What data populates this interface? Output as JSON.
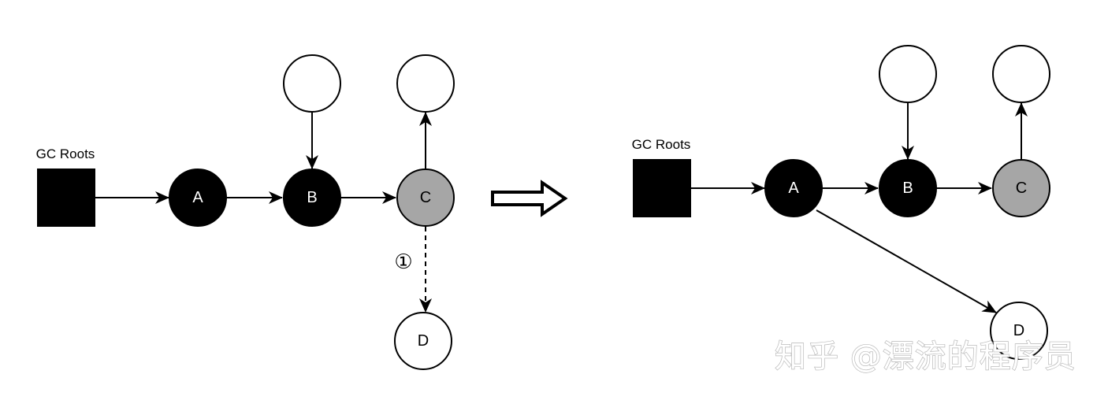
{
  "before": {
    "root_label": "GC Roots",
    "nodes": {
      "A": {
        "label": "A",
        "fill": "#000000",
        "text_color": "#ffffff"
      },
      "B": {
        "label": "B",
        "fill": "#000000",
        "text_color": "#ffffff"
      },
      "C": {
        "label": "C",
        "fill": "#a6a6a6",
        "text_color": "#000000"
      },
      "D": {
        "label": "D",
        "fill": "#ffffff",
        "text_color": "#000000"
      },
      "B_parent": {
        "label": "",
        "fill": "#ffffff",
        "text_color": "#000000"
      },
      "C_child": {
        "label": "",
        "fill": "#ffffff",
        "text_color": "#000000"
      }
    },
    "edges": [
      {
        "from": "GC Roots",
        "to": "A",
        "style": "solid"
      },
      {
        "from": "A",
        "to": "B",
        "style": "solid"
      },
      {
        "from": "B",
        "to": "C",
        "style": "solid"
      },
      {
        "from": "B_parent",
        "to": "B",
        "style": "solid"
      },
      {
        "from": "C",
        "to": "C_child",
        "style": "solid"
      },
      {
        "from": "C",
        "to": "D",
        "style": "dashed",
        "label": "①"
      }
    ]
  },
  "after": {
    "root_label": "GC Roots",
    "nodes": {
      "A": {
        "label": "A",
        "fill": "#000000",
        "text_color": "#ffffff"
      },
      "B": {
        "label": "B",
        "fill": "#000000",
        "text_color": "#ffffff"
      },
      "C": {
        "label": "C",
        "fill": "#a6a6a6",
        "text_color": "#000000"
      },
      "D": {
        "label": "D",
        "fill": "#ffffff",
        "text_color": "#000000"
      },
      "B_parent": {
        "label": "",
        "fill": "#ffffff",
        "text_color": "#000000"
      },
      "C_child": {
        "label": "",
        "fill": "#ffffff",
        "text_color": "#000000"
      }
    },
    "edges": [
      {
        "from": "GC Roots",
        "to": "A",
        "style": "solid"
      },
      {
        "from": "A",
        "to": "B",
        "style": "solid"
      },
      {
        "from": "B",
        "to": "C",
        "style": "solid"
      },
      {
        "from": "B_parent",
        "to": "B",
        "style": "solid"
      },
      {
        "from": "C",
        "to": "C_child",
        "style": "solid"
      },
      {
        "from": "A",
        "to": "D",
        "style": "solid"
      }
    ]
  },
  "transition_icon": "double-arrow-right-icon",
  "watermark": "知乎 @漂流的程序员"
}
